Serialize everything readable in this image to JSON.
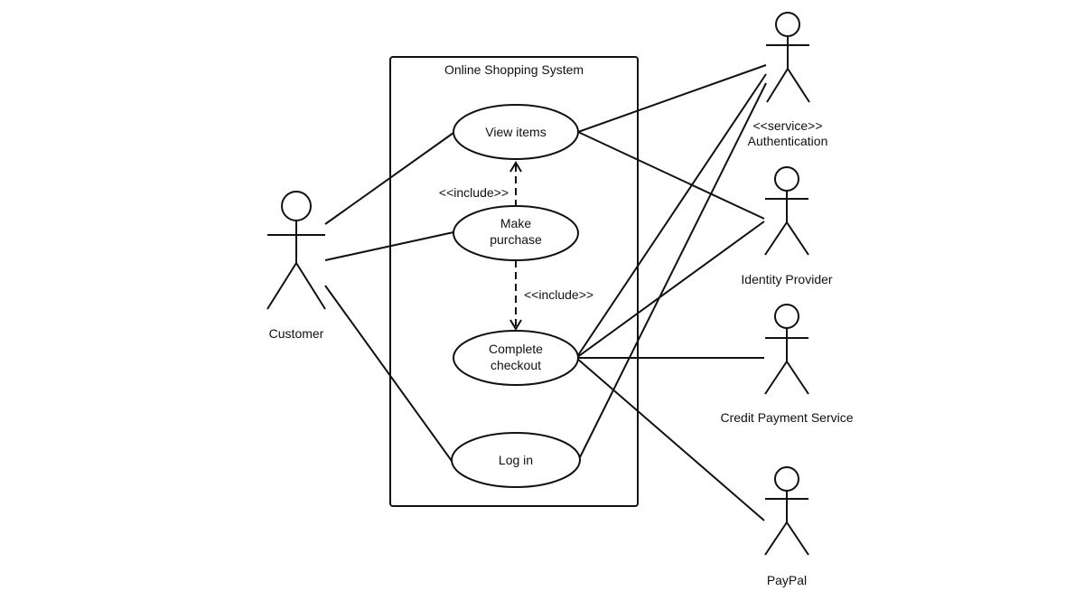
{
  "system": {
    "title": "Online Shopping System"
  },
  "use_cases": {
    "view_items": [
      "View items"
    ],
    "make_purchase": [
      "Make",
      "purchase"
    ],
    "complete_checkout": [
      "Complete",
      "checkout"
    ],
    "log_in": [
      "Log in"
    ]
  },
  "actors": {
    "customer": [
      "Customer"
    ],
    "authentication": [
      "<<service>>",
      "Authentication"
    ],
    "identity_provider": [
      "Identity Provider"
    ],
    "credit_payment": [
      "Credit Payment Service"
    ],
    "paypal": [
      "PayPal"
    ]
  },
  "relations": {
    "include_1": "<<include>>",
    "include_2": "<<include>>"
  }
}
